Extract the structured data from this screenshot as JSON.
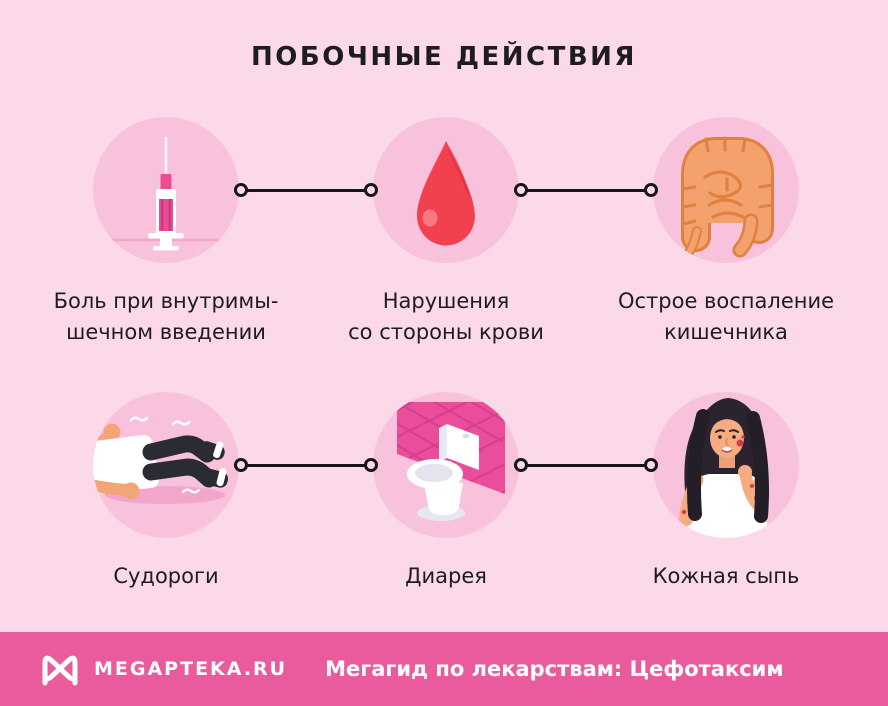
{
  "title": "ПОБОЧНЫЕ ДЕЙСТВИЯ",
  "colors": {
    "bg": "#FBD9E9",
    "circle-bg": "#F8C2DD",
    "footer-bg": "#EA5B9E",
    "text": "#1D1D21",
    "connector": "#151515"
  },
  "items": [
    {
      "name": "injection-pain",
      "icon": "syringe-icon",
      "label_line1": "Боль при внутримы-",
      "label_line2": "шечном введении"
    },
    {
      "name": "blood-disorders",
      "icon": "blood-drop-icon",
      "label_line1": "Нарушения",
      "label_line2": "со стороны крови"
    },
    {
      "name": "bowel-inflammation",
      "icon": "intestines-icon",
      "label_line1": "Острое воспаление",
      "label_line2": "кишечника"
    },
    {
      "name": "seizures",
      "icon": "convulsing-person-icon",
      "label_line1": "Судороги"
    },
    {
      "name": "diarrhea",
      "icon": "toilet-icon",
      "label_line1": "Диарея"
    },
    {
      "name": "skin-rash",
      "icon": "woman-with-rash-icon",
      "label_line1": "Кожная сыпь"
    }
  ],
  "footer": {
    "logo": "megapteka-m-logo",
    "brand": "MEGAPTEKA.RU",
    "tagline": "Мегагид по лекарствам: Цефотаксим"
  }
}
